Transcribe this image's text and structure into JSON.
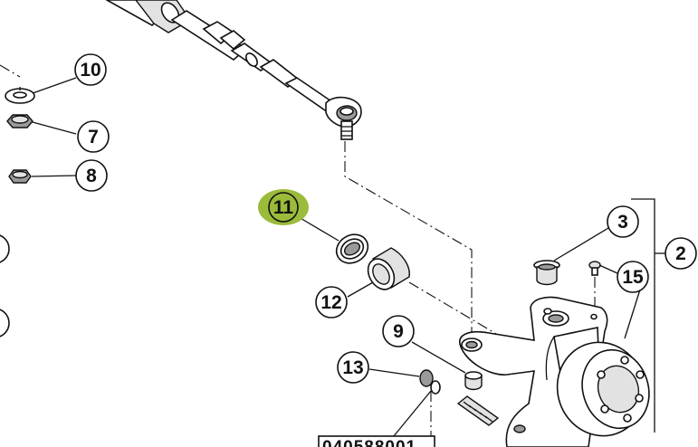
{
  "diagram": {
    "callouts": [
      {
        "id": "10",
        "label": "10"
      },
      {
        "id": "7",
        "label": "7"
      },
      {
        "id": "8",
        "label": "8"
      },
      {
        "id": "11",
        "label": "11",
        "highlighted": true
      },
      {
        "id": "12",
        "label": "12"
      },
      {
        "id": "3",
        "label": "3"
      },
      {
        "id": "2",
        "label": "2"
      },
      {
        "id": "15",
        "label": "15"
      },
      {
        "id": "9",
        "label": "9"
      },
      {
        "id": "13",
        "label": "13"
      }
    ],
    "part_code": "040588001",
    "colors": {
      "highlight": "#9bbb3a",
      "ink": "#111111",
      "part_fill": "#e2e2e2"
    }
  }
}
